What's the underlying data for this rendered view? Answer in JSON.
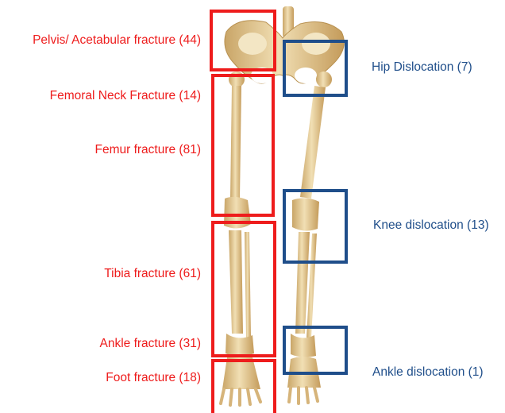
{
  "colors": {
    "fracture": "#ee1c1c",
    "dislocation": "#1f4e8a",
    "bone": "#e6cf9c",
    "bone_shadow": "#c8a46a"
  },
  "fractures": [
    {
      "label": "Pelvis/ Acetabular fracture (44)"
    },
    {
      "label": "Femoral Neck Fracture (14)"
    },
    {
      "label": "Femur fracture (81)"
    },
    {
      "label": "Tibia fracture (61)"
    },
    {
      "label": "Ankle fracture (31)"
    },
    {
      "label": "Foot fracture (18)"
    }
  ],
  "dislocations": [
    {
      "label": "Hip Dislocation (7)"
    },
    {
      "label": "Knee dislocation (13)"
    },
    {
      "label": "Ankle dislocation (1)"
    }
  ]
}
